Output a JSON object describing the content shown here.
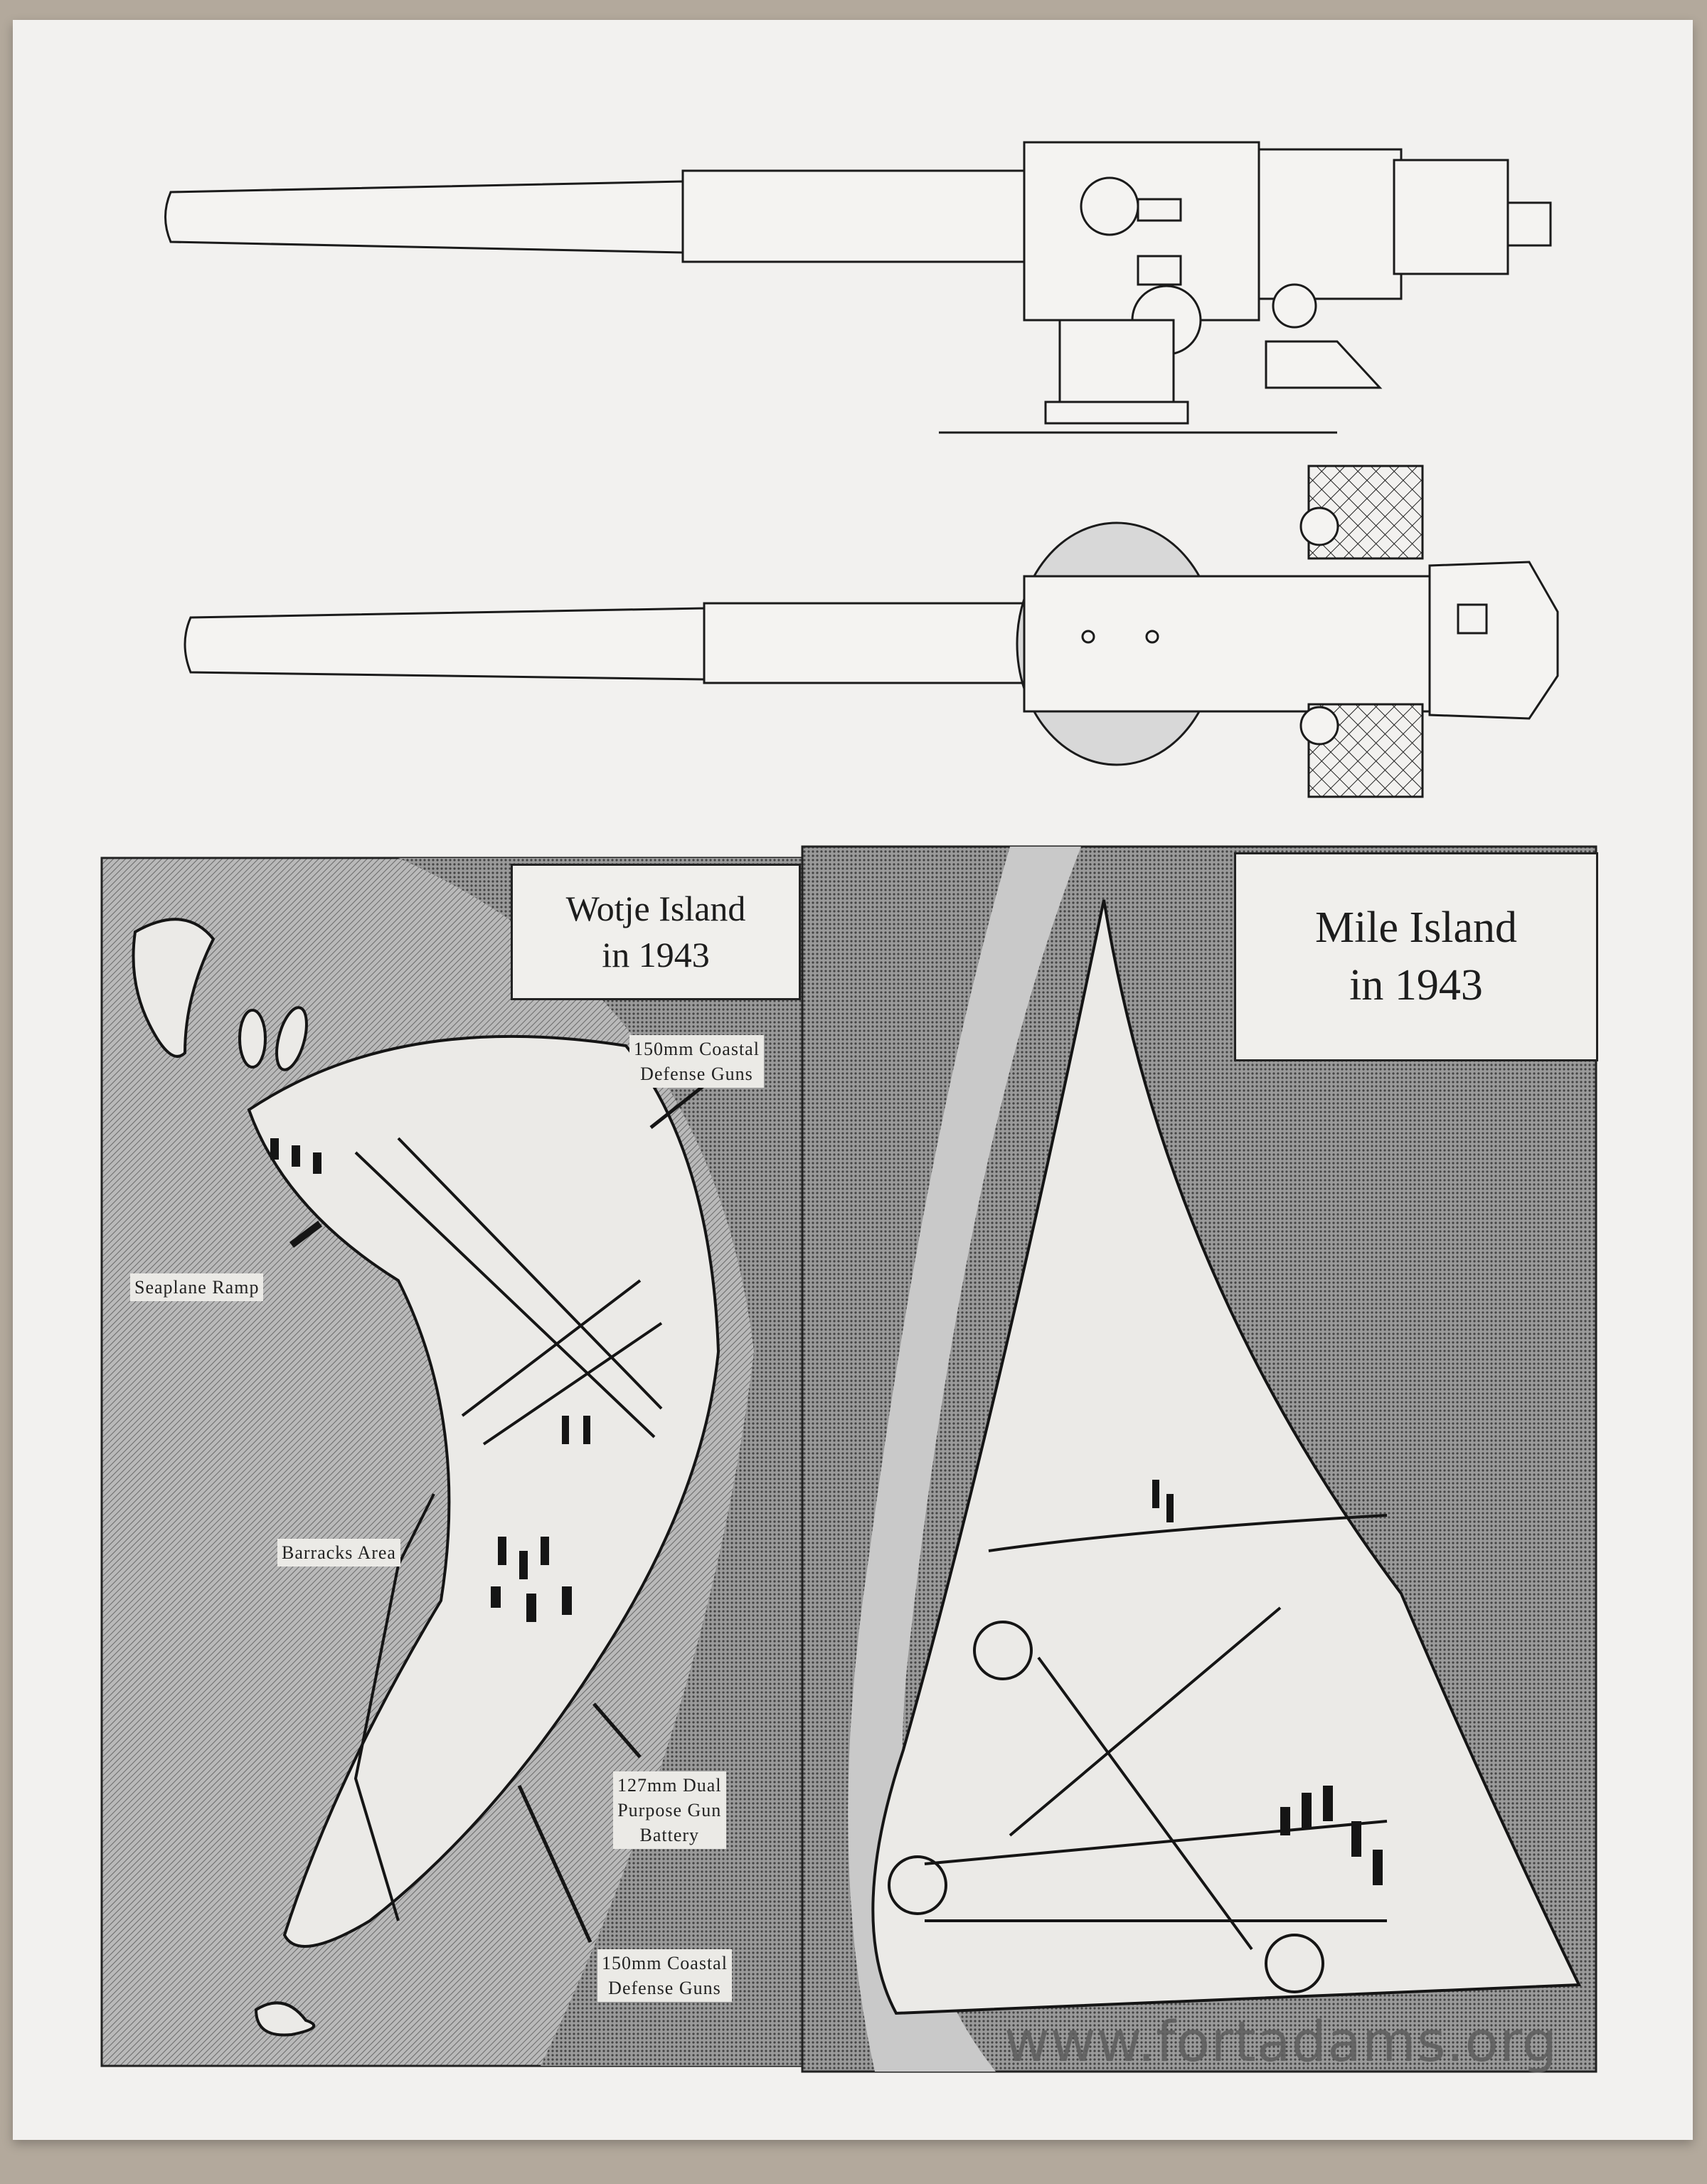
{
  "page": {
    "figures": {
      "gun_side_view": "gun-side-elevation",
      "gun_top_view": "gun-plan-view"
    },
    "maps": {
      "wotje": {
        "title_line1": "Wotje Island",
        "title_line2": "in 1943",
        "labels": {
          "coastal_guns_north_line1": "150mm Coastal",
          "coastal_guns_north_line2": "Defense Guns",
          "seaplane_ramp": "Seaplane Ramp",
          "barracks_area": "Barracks Area",
          "dual_purpose_line1": "127mm Dual",
          "dual_purpose_line2": "Purpose Gun",
          "dual_purpose_line3": "Battery",
          "coastal_guns_south_line1": "150mm Coastal",
          "coastal_guns_south_line2": "Defense Guns"
        }
      },
      "mile": {
        "title_line1": "Mile Island",
        "title_line2": "in 1943"
      }
    },
    "watermark": "www.fortadams.org"
  },
  "colors": {
    "paper": "#f2f1ef",
    "ink": "#1a1a1a",
    "water_dark": "#8c8c8c",
    "water_light": "#c4c4c4"
  }
}
